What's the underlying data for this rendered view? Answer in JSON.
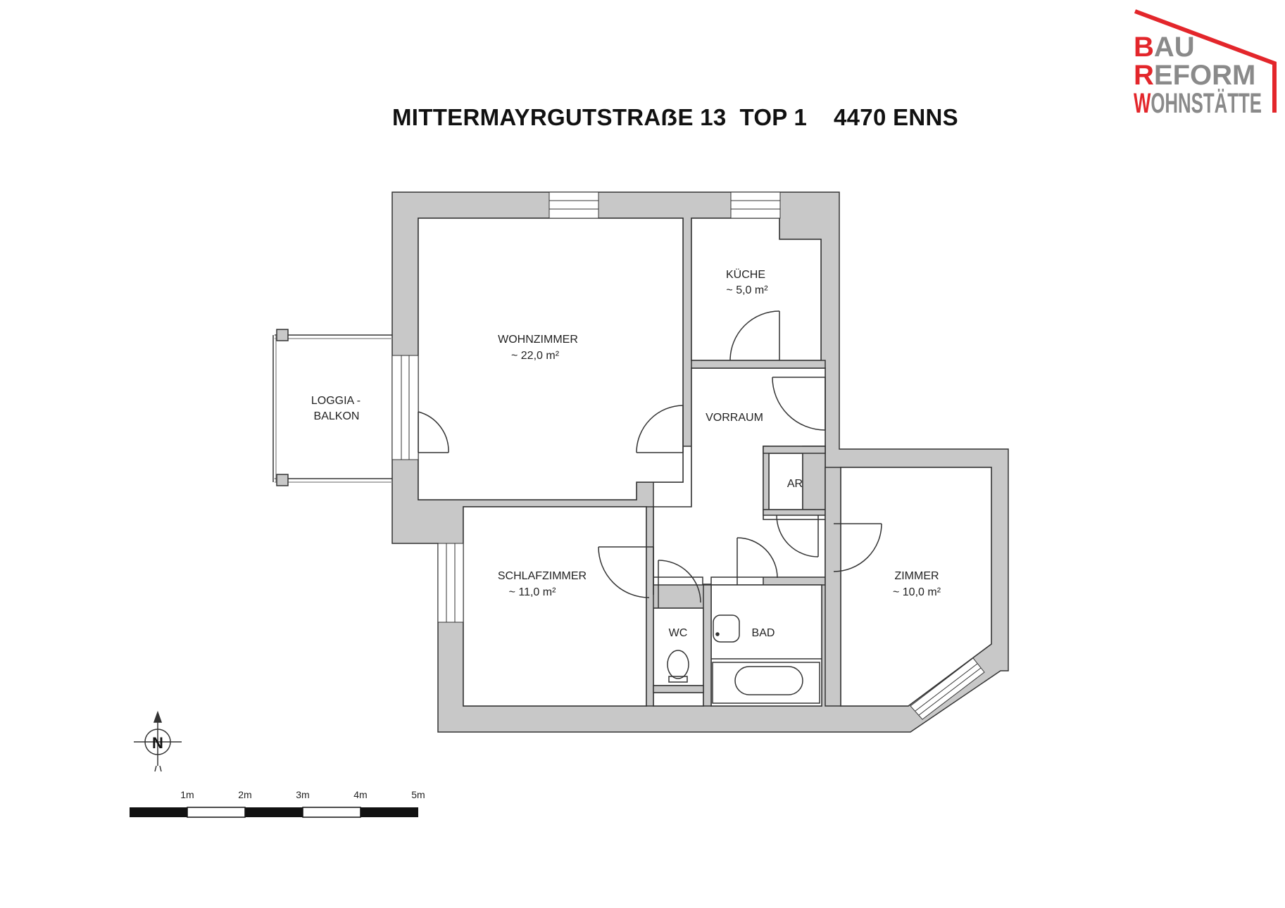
{
  "title": "MITTERMAYRGUTSTRAẞE 13  TOP 1    4470 ENNS",
  "logo": {
    "line1": {
      "first": "B",
      "rest": "AU"
    },
    "line2": {
      "first": "R",
      "rest": "EFORM"
    },
    "line3": {
      "first": "W",
      "rest": "OHNSTÄTTE"
    },
    "accent_color": "#e3262b",
    "text_color": "#8a8a8a"
  },
  "rooms": {
    "wohnzimmer": {
      "name": "WOHNZIMMER",
      "area": "~ 22,0 m²"
    },
    "kueche": {
      "name": "KÜCHE",
      "area": "~ 5,0 m²"
    },
    "loggia": {
      "name_line1": "LOGGIA -",
      "name_line2": "BALKON"
    },
    "vorraum": {
      "name": "VORRAUM"
    },
    "ar": {
      "name": "AR"
    },
    "schlafzimmer": {
      "name": "SCHLAFZIMMER",
      "area": "~ 11,0 m²"
    },
    "wc": {
      "name": "WC"
    },
    "bad": {
      "name": "BAD"
    },
    "zimmer": {
      "name": "ZIMMER",
      "area": "~ 10,0 m²"
    }
  },
  "north_arrow": {
    "label": "N"
  },
  "scale_bar": {
    "labels": [
      "1m",
      "2m",
      "3m",
      "4m",
      "5m"
    ]
  },
  "colors": {
    "wall": "#c8c8c8",
    "line": "#333333"
  }
}
